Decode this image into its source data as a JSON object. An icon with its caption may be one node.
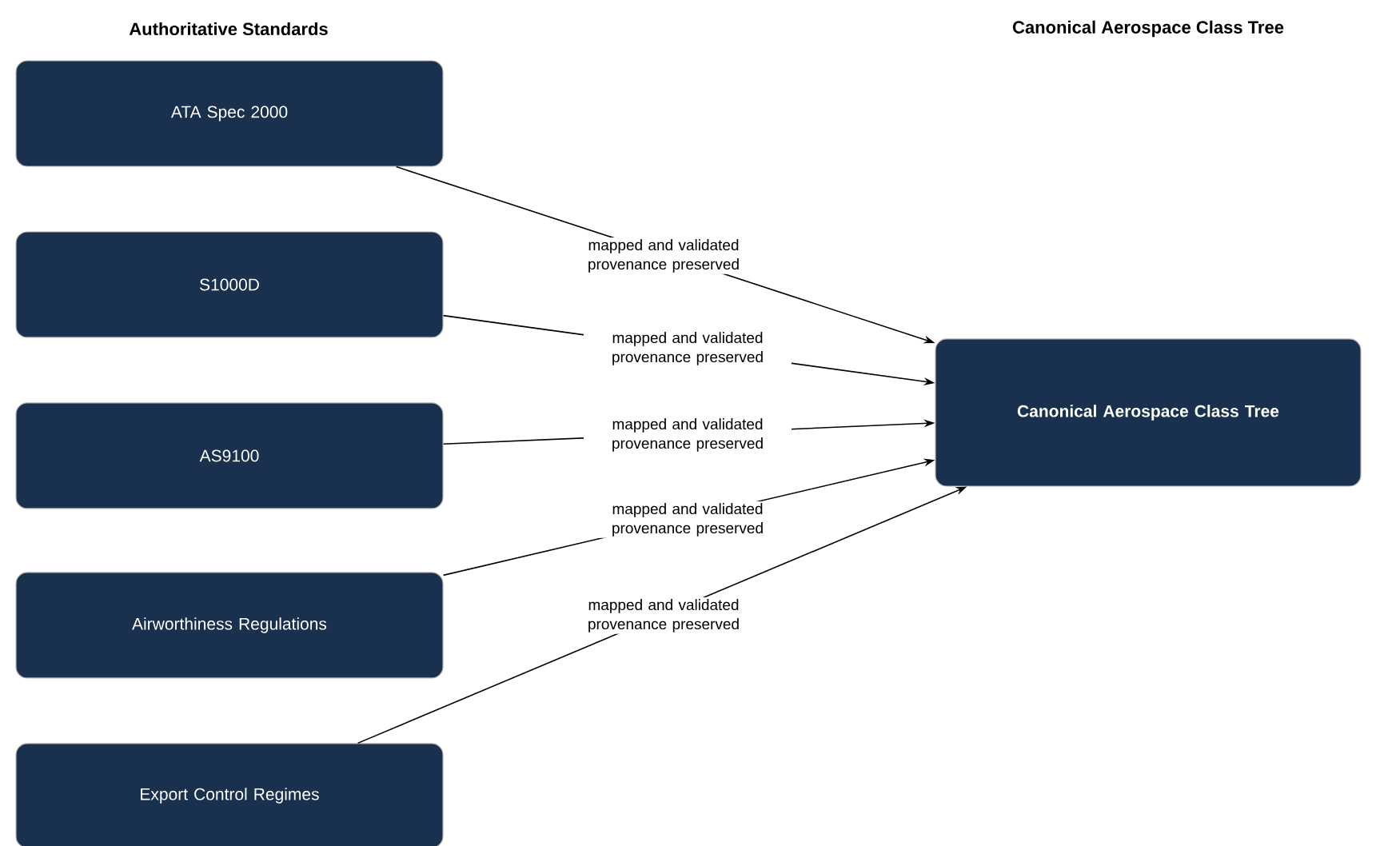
{
  "diagram": {
    "nodes": [
      {
        "text": [
          "ATA Spec 2000"
        ]
      },
      {
        "text": [
          "S1000D"
        ]
      },
      {
        "text": [
          "AS9100"
        ]
      },
      {
        "text": [
          "Airworthiness Regulations"
        ]
      },
      {
        "text": [
          "Export Control Regimes"
        ]
      },
      {
        "text": [
          "Canonical Aerospace Class Tree"
        ]
      }
    ],
    "edges": [
      {
        "from": 0,
        "to": 5,
        "arrow": "to",
        "label": "mapped and validated provenance preserved"
      },
      {
        "from": 1,
        "to": 5,
        "arrow": "to",
        "label": "mapped and validated provenance preserved"
      },
      {
        "from": 2,
        "to": 5,
        "arrow": "to",
        "label": "mapped and validated provenance preserved"
      },
      {
        "from": 3,
        "to": 5,
        "arrow": "to",
        "label": "mapped and validated provenance preserved"
      },
      {
        "from": 4,
        "to": 5,
        "arrow": "to",
        "label": "mapped and validated provenance preserved"
      }
    ],
    "labels": [
      "Authoritative Standards",
      "Canonical Aerospace Class Tree"
    ]
  }
}
